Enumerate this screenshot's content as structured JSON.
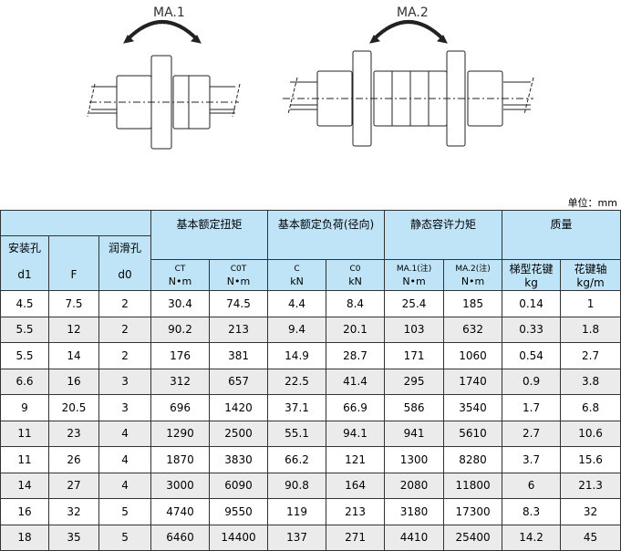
{
  "diagram": {
    "label1": "MA.1",
    "label2": "MA.2"
  },
  "unit_label": "单位：mm",
  "header": {
    "mount_hole": "安装孔",
    "lube_hole": "润滑孔",
    "groups": [
      "基本额定扭矩",
      "基本额定负荷(径向)",
      "静态容许力矩",
      "质量"
    ],
    "cols": [
      {
        "sym": "d1",
        "unit": ""
      },
      {
        "sym": "F",
        "unit": ""
      },
      {
        "sym": "d0",
        "unit": ""
      },
      {
        "sym": "CT",
        "unit": "N•m"
      },
      {
        "sym": "C0T",
        "unit": "N•m"
      },
      {
        "sym": "C",
        "unit": "kN"
      },
      {
        "sym": "C0",
        "unit": "kN"
      },
      {
        "sym": "MA.1(注)",
        "unit": "N•m"
      },
      {
        "sym": "MA.2(注)",
        "unit": "N•m"
      },
      {
        "sym": "梯型花键",
        "unit": "kg"
      },
      {
        "sym": "花键轴",
        "unit": "kg/m"
      }
    ]
  },
  "rows": [
    [
      "4.5",
      "7.5",
      "2",
      "30.4",
      "74.5",
      "4.4",
      "8.4",
      "25.4",
      "185",
      "0.14",
      "1"
    ],
    [
      "5.5",
      "12",
      "2",
      "90.2",
      "213",
      "9.4",
      "20.1",
      "103",
      "632",
      "0.33",
      "1.8"
    ],
    [
      "5.5",
      "14",
      "2",
      "176",
      "381",
      "14.9",
      "28.7",
      "171",
      "1060",
      "0.54",
      "2.7"
    ],
    [
      "6.6",
      "16",
      "3",
      "312",
      "657",
      "22.5",
      "41.4",
      "295",
      "1740",
      "0.9",
      "3.8"
    ],
    [
      "9",
      "20.5",
      "3",
      "696",
      "1420",
      "37.1",
      "66.9",
      "586",
      "3540",
      "1.7",
      "6.8"
    ],
    [
      "11",
      "23",
      "4",
      "1290",
      "2500",
      "55.1",
      "94.1",
      "941",
      "5610",
      "2.7",
      "10.6"
    ],
    [
      "11",
      "26",
      "4",
      "1870",
      "3830",
      "66.2",
      "121",
      "1300",
      "8280",
      "3.7",
      "15.6"
    ],
    [
      "14",
      "27",
      "4",
      "3000",
      "6090",
      "90.8",
      "164",
      "2080",
      "11800",
      "6",
      "21.3"
    ],
    [
      "16",
      "32",
      "5",
      "4740",
      "9550",
      "119",
      "213",
      "3180",
      "17300",
      "8.3",
      "32"
    ],
    [
      "18",
      "35",
      "5",
      "6460",
      "14400",
      "137",
      "271",
      "4410",
      "25400",
      "14.2",
      "45"
    ]
  ]
}
